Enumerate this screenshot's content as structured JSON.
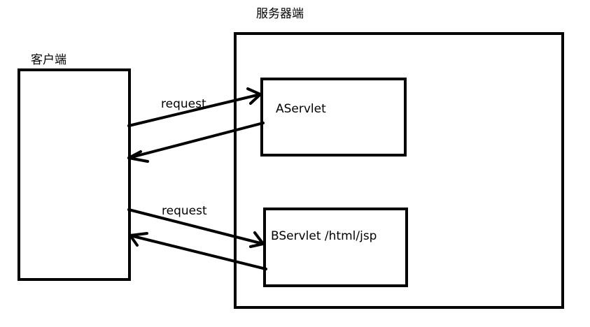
{
  "client": {
    "label": "客户端"
  },
  "server": {
    "label": "服务器端",
    "components": [
      {
        "label": "AServlet"
      },
      {
        "label": "BServlet /html/jsp"
      }
    ]
  },
  "arrows": [
    {
      "label": "request"
    },
    {
      "label": "request"
    }
  ]
}
